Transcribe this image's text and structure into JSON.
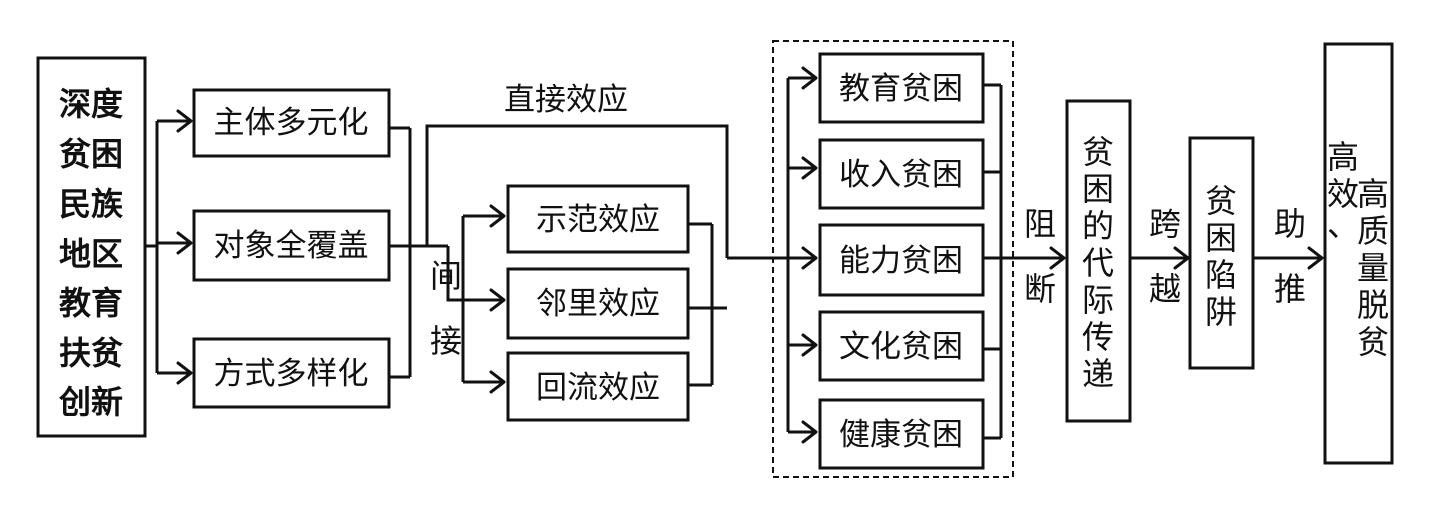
{
  "source_box": {
    "label_lines": [
      "深度",
      "贫困",
      "民族",
      "地区",
      "教育",
      "扶贫",
      "创新"
    ]
  },
  "features": [
    {
      "label": "主体多元化"
    },
    {
      "label": "对象全覆盖"
    },
    {
      "label": "方式多样化"
    }
  ],
  "direct_effect_label": "直接效应",
  "indirect_label_chars": [
    "间",
    "接"
  ],
  "indirect_effects": [
    {
      "label": "示范效应"
    },
    {
      "label": "邻里效应"
    },
    {
      "label": "回流效应"
    }
  ],
  "poverty_types": [
    {
      "label": "教育贫困"
    },
    {
      "label": "收入贫困"
    },
    {
      "label": "能力贫困"
    },
    {
      "label": "文化贫困"
    },
    {
      "label": "健康贫困"
    }
  ],
  "block_label_chars": [
    "阻",
    "断"
  ],
  "intergenerational_box": {
    "label_chars": [
      "贫",
      "困",
      "的",
      "代",
      "际",
      "传",
      "递"
    ]
  },
  "cross_label_chars": [
    "跨",
    "越"
  ],
  "trap_box": {
    "label_chars": [
      "贫",
      "困",
      "陷",
      "阱"
    ]
  },
  "boost_label_chars": [
    "助",
    "推"
  ],
  "outcome_box": {
    "col1_chars": [
      "高",
      "效",
      "、"
    ],
    "col2_chars": [
      "高",
      "质",
      "量",
      "脱",
      "贫"
    ]
  }
}
